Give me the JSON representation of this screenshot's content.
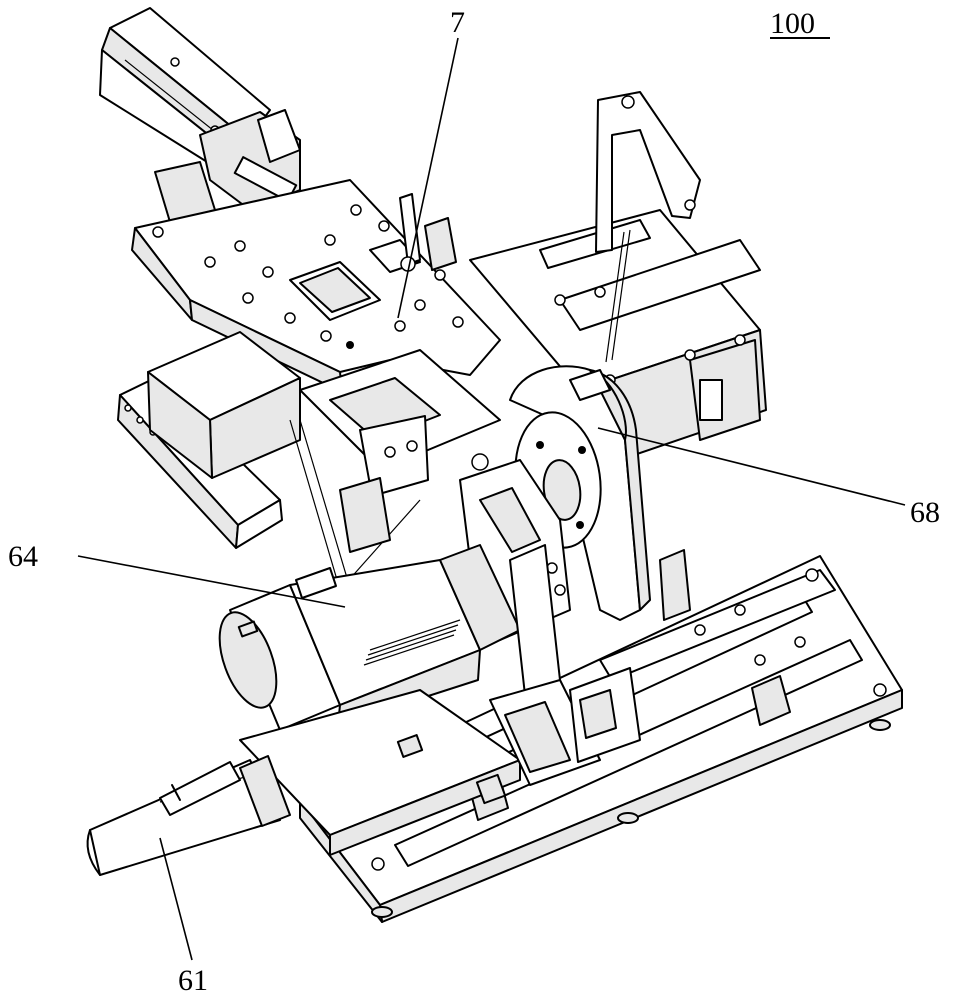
{
  "figure": {
    "figure_number": "100",
    "labels": [
      {
        "id": "7",
        "text": "7"
      },
      {
        "id": "68",
        "text": "68"
      },
      {
        "id": "64",
        "text": "64"
      },
      {
        "id": "61",
        "text": "61"
      }
    ]
  }
}
